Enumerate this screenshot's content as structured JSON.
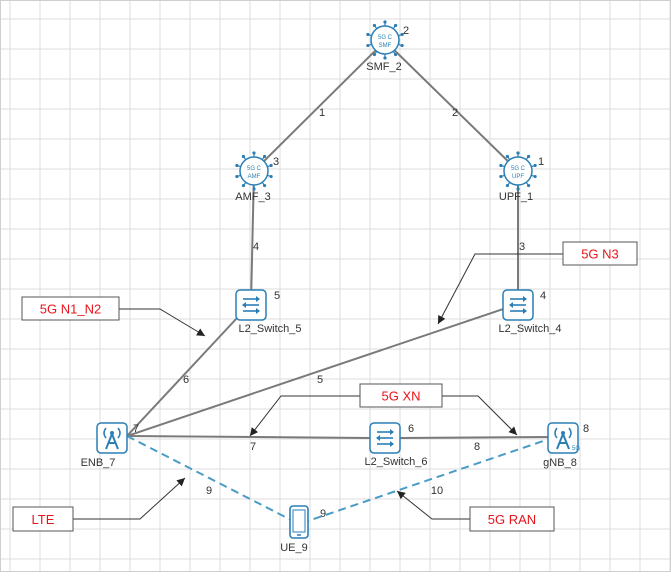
{
  "colors": {
    "grid": "#dcdcdc",
    "wired": "#7a7a7a",
    "wireless": "#4a9cc7",
    "icon": "#2a7fb5",
    "label_red": "#e8141c",
    "text": "#333333"
  },
  "nodes": [
    {
      "id": "smf",
      "name": "SMF_2",
      "badge": "2",
      "kind": "core",
      "line1": "5G C",
      "line2": "SMF",
      "icon": "5g-core-smf-icon"
    },
    {
      "id": "amf",
      "name": "AMF_3",
      "badge": "3",
      "kind": "core",
      "line1": "5G C",
      "line2": "AMF",
      "icon": "5g-core-amf-icon"
    },
    {
      "id": "upf",
      "name": "UPF_1",
      "badge": "1",
      "kind": "core",
      "line1": "5G C",
      "line2": "UPF",
      "icon": "5g-core-upf-icon"
    },
    {
      "id": "sw5",
      "name": "L2_Switch_5",
      "badge": "5",
      "kind": "switch",
      "icon": "switch-icon"
    },
    {
      "id": "sw4",
      "name": "L2_Switch_4",
      "badge": "4",
      "kind": "switch",
      "icon": "switch-icon"
    },
    {
      "id": "sw6",
      "name": "L2_Switch_6",
      "badge": "6",
      "kind": "switch",
      "icon": "switch-icon"
    },
    {
      "id": "enb",
      "name": "ENB_7",
      "badge": "7",
      "kind": "tower",
      "icon": "cell-tower-icon"
    },
    {
      "id": "gnb",
      "name": "gNB_8",
      "badge": "8",
      "kind": "tower5g",
      "icon": "5g-cell-tower-icon"
    },
    {
      "id": "ue",
      "name": "UE_9",
      "badge": "9",
      "kind": "phone",
      "icon": "mobile-phone-icon"
    }
  ],
  "links": [
    {
      "from": "smf",
      "to": "amf",
      "label": "1",
      "type": "wired"
    },
    {
      "from": "smf",
      "to": "upf",
      "label": "2",
      "type": "wired"
    },
    {
      "from": "upf",
      "to": "sw4",
      "label": "3",
      "type": "wired"
    },
    {
      "from": "amf",
      "to": "sw5",
      "label": "4",
      "type": "wired"
    },
    {
      "from": "enb",
      "to": "sw4",
      "label": "5",
      "type": "wired"
    },
    {
      "from": "enb",
      "to": "sw5",
      "label": "6",
      "type": "wired"
    },
    {
      "from": "enb",
      "to": "sw6",
      "label": "7",
      "type": "wired"
    },
    {
      "from": "gnb",
      "to": "sw6",
      "label": "8",
      "type": "wired"
    },
    {
      "from": "enb",
      "to": "ue",
      "label": "9",
      "type": "wireless"
    },
    {
      "from": "gnb",
      "to": "ue",
      "label": "10",
      "type": "wireless"
    }
  ],
  "annotations": [
    {
      "id": "n1n2",
      "text": "5G N1_N2"
    },
    {
      "id": "n3",
      "text": "5G N3"
    },
    {
      "id": "xn",
      "text": "5G XN"
    },
    {
      "id": "lte",
      "text": "LTE"
    },
    {
      "id": "ran",
      "text": "5G RAN"
    }
  ]
}
